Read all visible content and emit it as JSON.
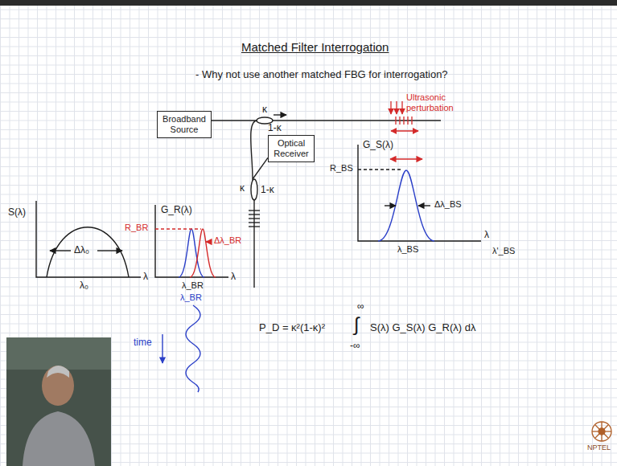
{
  "diagram": {
    "title": "Matched Filter Interrogation",
    "nodes": [
      {
        "text": [
          "Broadband Source"
        ]
      },
      {
        "text": [
          "Optical Receiver"
        ]
      }
    ],
    "edges": [
      {
        "from": 0,
        "to": 1,
        "arrow": "none"
      }
    ],
    "labels": [
      "- Why not use another matched FBG for interrogation?",
      "κ",
      "1-κ",
      "Ultrasonic perturbation",
      "κ",
      "1-κ",
      "S(λ)",
      "Δλ₀",
      "λ₀",
      "λ",
      "G_R(λ)",
      "R_BR",
      "Δλ_BR",
      "λ_BR",
      "λ",
      "λ_BR",
      "time",
      "G_S(λ)",
      "R_BS",
      "Δλ_BS",
      "λ_BS",
      "λ",
      "λ'_BS",
      "P_D = κ²(1-κ)²",
      "∫",
      "∞",
      "-∞",
      "S(λ) G_S(λ) G_R(λ) dλ",
      "NPTEL"
    ]
  }
}
